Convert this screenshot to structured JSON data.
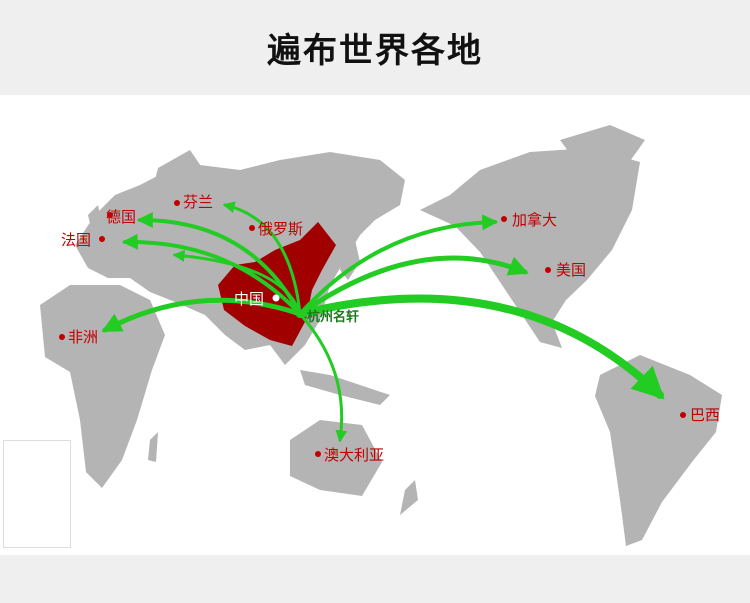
{
  "title": "遍布世界各地",
  "colors": {
    "land": "#b4b4b4",
    "china": "#a00000",
    "arrow": "#22cc22",
    "label": "#c00000"
  },
  "origin": {
    "name": "杭州名轩"
  },
  "locations": [
    {
      "id": "finland",
      "name": "芬兰"
    },
    {
      "id": "germany",
      "name": "德国"
    },
    {
      "id": "france",
      "name": "法国"
    },
    {
      "id": "russia",
      "name": "俄罗斯"
    },
    {
      "id": "africa",
      "name": "非洲"
    },
    {
      "id": "china",
      "name": "中国"
    },
    {
      "id": "canada",
      "name": "加拿大"
    },
    {
      "id": "usa",
      "name": "美国"
    },
    {
      "id": "brazil",
      "name": "巴西"
    },
    {
      "id": "australia",
      "name": "澳大利亚"
    }
  ]
}
